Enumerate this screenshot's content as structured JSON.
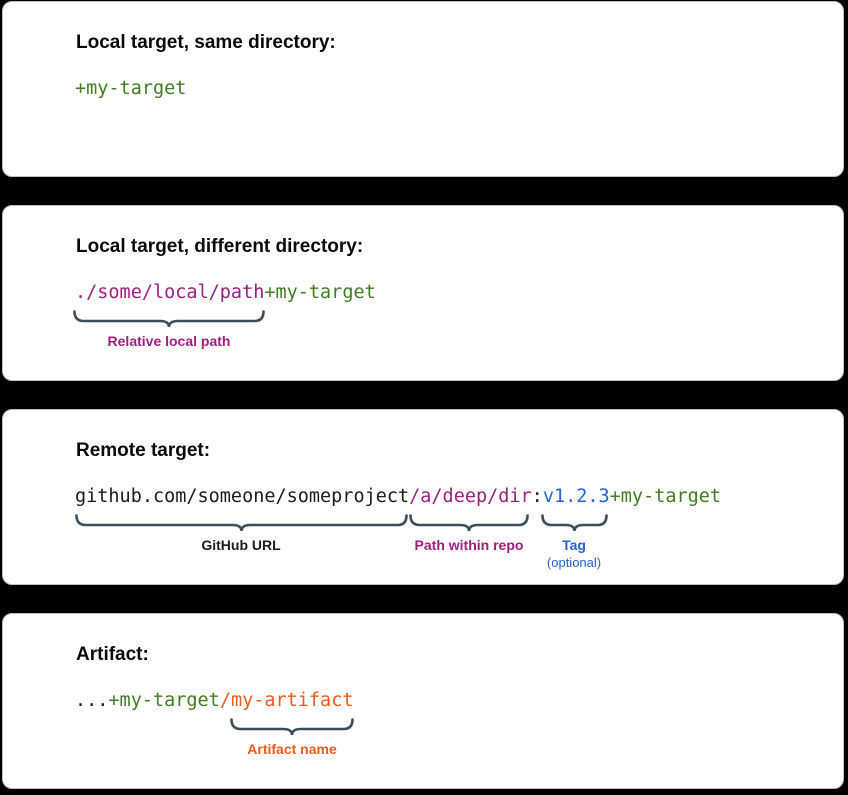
{
  "page": {
    "background": "#000000"
  },
  "colors": {
    "code_default": "#1b1b1b",
    "green": "#417d22",
    "purple": "#a01d82",
    "blue": "#2264d8",
    "orange": "#ee5b1d",
    "brace": "#3c4e5a",
    "heading": "#0a0a0a",
    "card_background": "#ffffff",
    "card_border": "#bfbfbf"
  },
  "cards": [
    {
      "title": "Local target, same directory:",
      "code": [
        {
          "text": "+my-target",
          "color": "green"
        }
      ],
      "braces": []
    },
    {
      "title": "Local target, different directory:",
      "code": [
        {
          "text": "./some/local/path",
          "color": "purple"
        },
        {
          "text": "+my-target",
          "color": "green"
        }
      ],
      "braces": [
        {
          "label": "Relative local path",
          "color": "purple"
        }
      ]
    },
    {
      "title": "Remote target:",
      "code": [
        {
          "text": "github.com/someone/someproject",
          "color": "code_default"
        },
        {
          "text": "/a/deep/dir",
          "color": "purple"
        },
        {
          "text": ":",
          "color": "code_default"
        },
        {
          "text": "v1.2.3",
          "color": "blue"
        },
        {
          "text": "+my-target",
          "color": "green"
        }
      ],
      "braces": [
        {
          "label": "GitHub URL",
          "color": "code_default"
        },
        {
          "label": "Path within repo",
          "color": "purple"
        },
        {
          "label": "Tag",
          "sublabel": "(optional)",
          "color": "blue"
        }
      ]
    },
    {
      "title": "Artifact:",
      "code": [
        {
          "text": "...",
          "color": "code_default"
        },
        {
          "text": "+my-target",
          "color": "green"
        },
        {
          "text": "/my-artifact",
          "color": "orange"
        }
      ],
      "braces": [
        {
          "label": "Artifact name",
          "color": "orange"
        }
      ]
    }
  ]
}
